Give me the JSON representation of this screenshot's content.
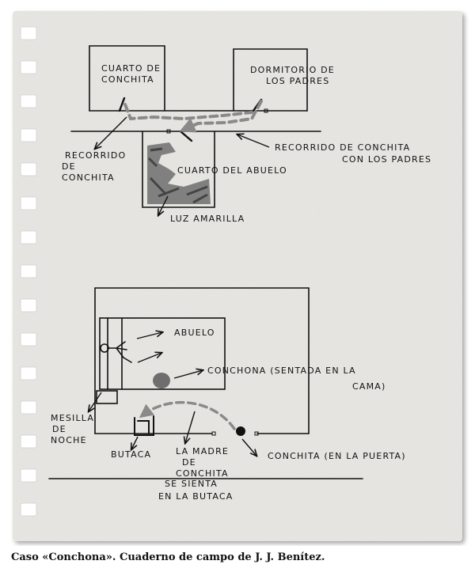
{
  "diagram": {
    "top_plan": {
      "cuarto_conchita": [
        "CUARTO DE",
        "CONCHITA"
      ],
      "dormitorio_padres": [
        "DORMITORIO DE",
        "LOS PADRES"
      ],
      "recorrido_conchita": [
        "RECORRIDO",
        "DE",
        "CONCHITA"
      ],
      "recorrido_padres": [
        "RECORRIDO DE CONCHITA",
        "CON LOS PADRES"
      ],
      "cuarto_abuelo": "CUARTO DEL ABUELO",
      "luz_amarilla": "LUZ AMARILLA"
    },
    "bottom_plan": {
      "abuelo": "ABUELO",
      "conchona": [
        "CONCHONA (SENTADA EN LA",
        "CAMA)"
      ],
      "mesilla": [
        "MESILLA",
        "DE",
        "NOCHE"
      ],
      "butaca": "BUTACA",
      "madre": [
        "LA MADRE",
        "DE",
        "CONCHITA"
      ],
      "se_sienta": [
        "SE SIENTA",
        "EN LA BUTACA"
      ],
      "conchita_puerta": "CONCHITA (EN LA PUERTA)"
    }
  },
  "caption": "Caso «Conchona». Cuaderno de campo de J. J. Benítez."
}
